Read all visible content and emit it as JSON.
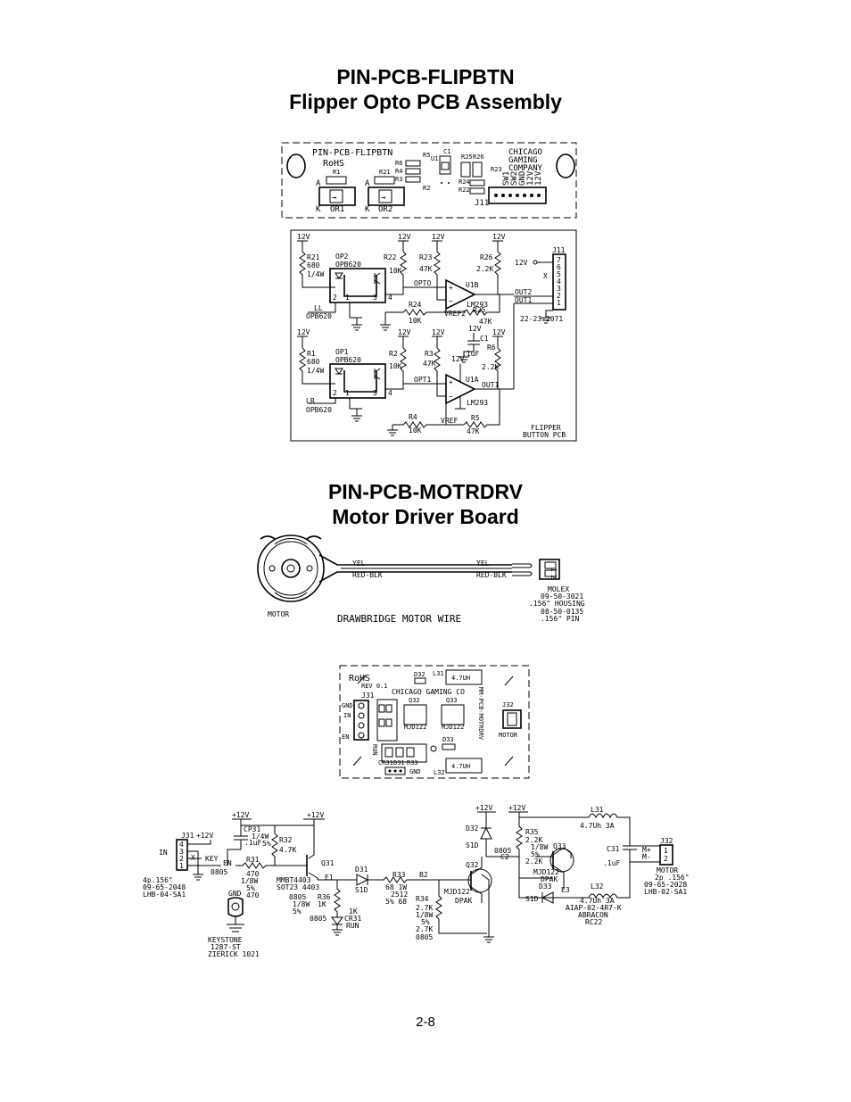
{
  "flipper": {
    "title1": "PIN-PCB-FLIPBTN",
    "title2": "Flipper Opto PCB Assembly",
    "pcb": {
      "name": "PIN-PCB-FLIPBTN",
      "rohs": "RoHS",
      "company": [
        "CHICAGO",
        "GAMING",
        "COMPANY"
      ],
      "pins": [
        "SW1",
        "SW2",
        "GND",
        "12V",
        "12V"
      ],
      "refs": [
        "R1",
        "R21",
        "R22",
        "R2",
        "R3",
        "R4",
        "R5",
        "R6",
        "C1",
        "U1",
        "R25",
        "R26",
        "R23",
        "R24",
        "J11"
      ],
      "opto1": "OR1",
      "opto2": "OR2",
      "a_label": "A",
      "k_label": "K"
    },
    "schematic": {
      "v12": "12V",
      "r21": "R21",
      "r21v": "680",
      "r21w": "1/4W",
      "r1": "R1",
      "r1v": "680",
      "r1w": "1/4W",
      "op2": "OP2",
      "op1": "OP1",
      "opb": "OPB620",
      "r22": "R22",
      "r22v": "10K",
      "r23": "R23",
      "r23v": "47K",
      "r26": "R26",
      "r26v": "2.2K",
      "r2": "R2",
      "r2v": "10K",
      "r3": "R3",
      "r3v": "47K",
      "r6": "R6",
      "r6v": "2.2K",
      "r24": "R24",
      "r24v": "10K",
      "r25": "R25",
      "r25v": "47K",
      "r4": "R4",
      "r4v": "10K",
      "r5": "R5",
      "r5v": "47K",
      "c1": "C1",
      "c1v": ".1uF",
      "u1b": "U1B",
      "u1a": "U1A",
      "lm": "LM293",
      "opto0": "OPTO",
      "opt1": "OPT1",
      "vref2": "VREF2",
      "vref": "VREF",
      "out2": "OUT2",
      "out1": "OUT1",
      "j11": "J11",
      "j11pins": [
        "7",
        "6",
        "5",
        "4",
        "3",
        "2",
        "1"
      ],
      "conn": "22-23-2071",
      "ll": "LL",
      "lr": "LR",
      "x": "X",
      "pin_labels": [
        "2",
        "1",
        "3",
        "4"
      ],
      "footer": [
        "FLIPPER",
        "BUTTON PCB"
      ]
    }
  },
  "motor": {
    "title1": "PIN-PCB-MOTRDRV",
    "title2": "Motor Driver Board",
    "wire": {
      "yel": "YEL",
      "redblk": "RED-BLK",
      "motor": "MOTOR",
      "caption": "DRAWBRIDGE MOTOR WIRE",
      "molex": [
        "MOLEX",
        "09-50-3021",
        ".156\" HOUSING",
        "08-50-0135",
        ".156\" PIN"
      ],
      "pins": [
        "1",
        "2"
      ]
    },
    "board": {
      "rohs": "RoHS",
      "rev": "REV 0.1",
      "company": "CHICAGO GAMING CO",
      "side": "MM-PCB-MOTRDRV",
      "refs": [
        "D32",
        "L31",
        "J31",
        "Q32",
        "Q33",
        "MJD122",
        "MJD122",
        "D33",
        "L32",
        "J32",
        "MOTOR",
        "CR31",
        "D31",
        "R33",
        "GND",
        "RUN"
      ],
      "inductor": "4.7UH",
      "gnd_label": "GND",
      "in_label": "IN",
      "en_label": "EN"
    },
    "schematic": {
      "v12": "+12V",
      "j31": "J31",
      "j31pins": [
        "4",
        "3",
        "2",
        "1"
      ],
      "in": "IN",
      "key": "KEY",
      "j31conn": [
        "4p.156\"",
        "09-65-2048",
        "LHB-04-SA1"
      ],
      "cp31": "CP31",
      "cp31v": ".1uF",
      "r32": "R32",
      "r32w": "1/4W",
      "r32t": "5%",
      "r32v": "4.7K",
      "en": "EN",
      "r31": "R31",
      "r31v": "470",
      "r31w": "1/8W",
      "r31t": "5%",
      "r31c": "470",
      "pkg0805": "0805",
      "q31": "Q31",
      "q31p": [
        "MMBT4403",
        "SOT23 4403"
      ],
      "e1": "E1",
      "r36": "R36",
      "r36v": "1K",
      "r36w": "1/8W",
      "r36t": "5%",
      "r36c": "1K",
      "cr31": "CR31",
      "run": "RUN",
      "gnd": "GND",
      "keystone": [
        "KEYSTONE",
        "1287-ST",
        "ZIERICK 1021"
      ],
      "d31": "D31",
      "s1d": "S1D",
      "r33": "R33",
      "r33v": "68 1W",
      "r33p": "2512",
      "r33t": "5% 68",
      "b2": "B2",
      "q32": "Q32",
      "mjd": "MJD122",
      "dpak": "DPAK",
      "r34": "R34",
      "r34v": "2.7K",
      "r34w": "1/8W",
      "r34t": "5%",
      "r34c": "2.7K",
      "d32": "D32",
      "r35": "R35",
      "r35v": "2.2K",
      "r35w": "1/8W",
      "r35t": "5%",
      "r35c": "2.2K",
      "c2": "C2",
      "q33": "Q33",
      "d33": "D33",
      "e3": "E3",
      "l31": "L31",
      "l31v": "4.7Uh 3A",
      "l32": "L32",
      "l32v": "4.7Uh 3A",
      "lpart": [
        "AIAP-02-4R7-K",
        "ABRACON",
        "RC22"
      ],
      "c31": "C31",
      "c31v": ".1uF",
      "j32": "J32",
      "j32pins": [
        "1",
        "2"
      ],
      "mplus": "M+",
      "mminus": "M-",
      "j32conn": [
        "MOTOR",
        "2p .156\"",
        "09-65-2028",
        "LHB-02-SA1"
      ]
    }
  },
  "page_number": "2-8"
}
